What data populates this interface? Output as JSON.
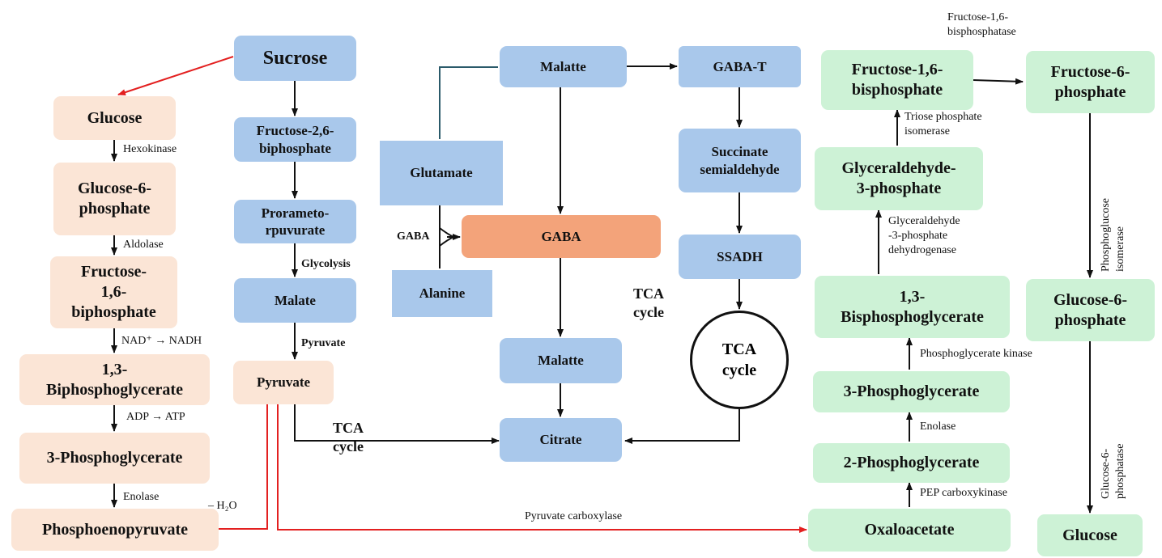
{
  "colors": {
    "peach": "#fbe5d6",
    "blue": "#a9c8eb",
    "green": "#cdf2d6",
    "orange": "#f3a37a",
    "red_arrow": "#e32020",
    "arrow": "#111111"
  },
  "left_pathway": {
    "glucose": "Glucose",
    "glucose_6_phosphate": "Glucose-6-\nphosphate",
    "fructose_1_6_biphosphate": "Fructose-\n1,6-\nbiphosphate",
    "biphosphoglycerate_1_3": "1,3-\nBiphosphoglycerate",
    "phosphoglycerate_3": "3-Phosphoglycerate",
    "phosphoenolpyruvate": "Phosphoenopyruvate",
    "labels": {
      "hexokinase": "Hexokinase",
      "aldolase": "Aldolase",
      "nad": "NAD⁺ → NADH",
      "adp": "ADP → ATP",
      "enolase": "Enolase",
      "water": "– H₂O"
    }
  },
  "middle_pathway": {
    "sucrose": "Sucrose",
    "fructose_2_6": "Fructose-2,6-\nbiphosphate",
    "prorameto": "Prorameto-\nrpuvurate",
    "malate": "Malate",
    "pyruvate": "Pyruvate",
    "labels": {
      "glycolysis": "Glycolysis",
      "pyruvate": "Pyruvate",
      "tca_cycle": "TCA\ncycle"
    }
  },
  "gaba_shunt": {
    "malatte_top": "Malatte",
    "gaba_t": "GABA-T",
    "glutamate": "Glutamate",
    "gaba": "GABA",
    "alanine": "Alanine",
    "succinate_semialdehyde": "Succinate\nsemialdehyde",
    "ssadh": "SSADH",
    "malatte_bottom": "Malatte",
    "citrate": "Citrate",
    "tca_circle": "TCA\ncycle",
    "labels": {
      "gaba_small": "GABA",
      "tca_cycle": "TCA\ncycle"
    }
  },
  "right_pathway": {
    "fructose_1_6_bisphosphate": "Fructose-1,6-\nbisphosphate",
    "fructose_6_phosphate": "Fructose-6-\nphosphate",
    "glyceraldehyde_3_phosphate": "Glyceraldehyde-\n3-phosphate",
    "bisphosphoglycerate_1_3": "1,3-\nBisphosphoglycerate",
    "phosphoglycerate_3": "3-Phosphoglycerate",
    "phosphoglycerate_2": "2-Phosphoglycerate",
    "oxaloacetate": "Oxaloacetate",
    "glucose_6_phosphate": "Glucose-6-\nphosphate",
    "glucose": "Glucose",
    "labels": {
      "fructose_bisphosphatase": "Fructose-1,6-\nbisphosphatase",
      "triose_isomerase": "Triose phosphate\nisomerase",
      "g3p_dehydrogenase": "Glyceraldehyde\n-3-phosphate\ndehydrogenase",
      "phosphoglycerate_kinase": "Phosphoglycerate kinase",
      "enolase": "Enolase",
      "pep_carboxykinase": "PEP carboxykinase",
      "phosphoglucose_isomerase": "Phosphoglucose isomerase",
      "glucose_6_phosphatase": "Glucose-6-phosphatase"
    }
  },
  "connector_labels": {
    "pyruvate_carboxylase": "Pyruvate carboxylase"
  }
}
